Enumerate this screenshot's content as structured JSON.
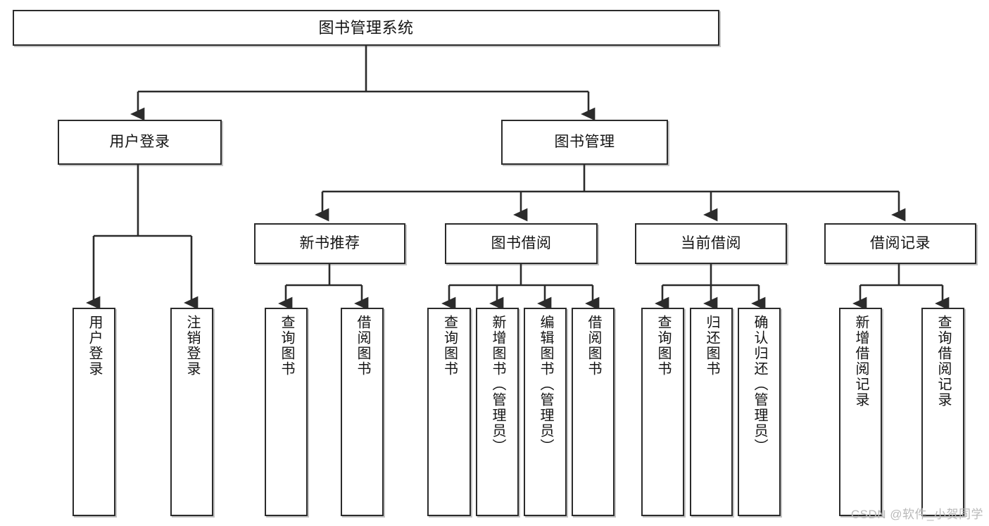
{
  "diagram": {
    "type": "tree",
    "title": "图书管理系统",
    "colors": {
      "border": "#2b2b2b",
      "background": "#ffffff",
      "text": "#141414",
      "watermark": "#b9b9b9"
    },
    "root": {
      "label": "图书管理系统"
    },
    "level2": [
      {
        "id": "user-login",
        "label": "用户登录"
      },
      {
        "id": "book-management",
        "label": "图书管理"
      }
    ],
    "level3": [
      {
        "id": "new-book-recommend",
        "label": "新书推荐",
        "parent": "book-management"
      },
      {
        "id": "book-borrow",
        "label": "图书借阅",
        "parent": "book-management"
      },
      {
        "id": "current-borrow",
        "label": "当前借阅",
        "parent": "book-management"
      },
      {
        "id": "borrow-record",
        "label": "借阅记录",
        "parent": "book-management"
      }
    ],
    "leaves": [
      {
        "id": "leaf-user-login",
        "label": "用户登录",
        "parent": "user-login"
      },
      {
        "id": "leaf-logout",
        "label": "注销登录",
        "parent": "user-login"
      },
      {
        "id": "leaf-query-book-1",
        "label": "查询图书",
        "parent": "new-book-recommend"
      },
      {
        "id": "leaf-borrow-book-1",
        "label": "借阅图书",
        "parent": "new-book-recommend"
      },
      {
        "id": "leaf-query-book-2",
        "label": "查询图书",
        "parent": "book-borrow"
      },
      {
        "id": "leaf-add-book",
        "label": "新增图书（管理员）",
        "parent": "book-borrow"
      },
      {
        "id": "leaf-edit-book",
        "label": "编辑图书（管理员）",
        "parent": "book-borrow"
      },
      {
        "id": "leaf-borrow-book-2",
        "label": "借阅图书",
        "parent": "book-borrow"
      },
      {
        "id": "leaf-query-book-3",
        "label": "查询图书",
        "parent": "current-borrow"
      },
      {
        "id": "leaf-return-book",
        "label": "归还图书",
        "parent": "current-borrow"
      },
      {
        "id": "leaf-confirm-return",
        "label": "确认归还（管理员）",
        "parent": "current-borrow"
      },
      {
        "id": "leaf-add-record",
        "label": "新增借阅记录",
        "parent": "borrow-record"
      },
      {
        "id": "leaf-query-record",
        "label": "查询借阅记录",
        "parent": "borrow-record"
      }
    ]
  },
  "watermark": {
    "text": "CSDN @软件_小贺同学"
  }
}
